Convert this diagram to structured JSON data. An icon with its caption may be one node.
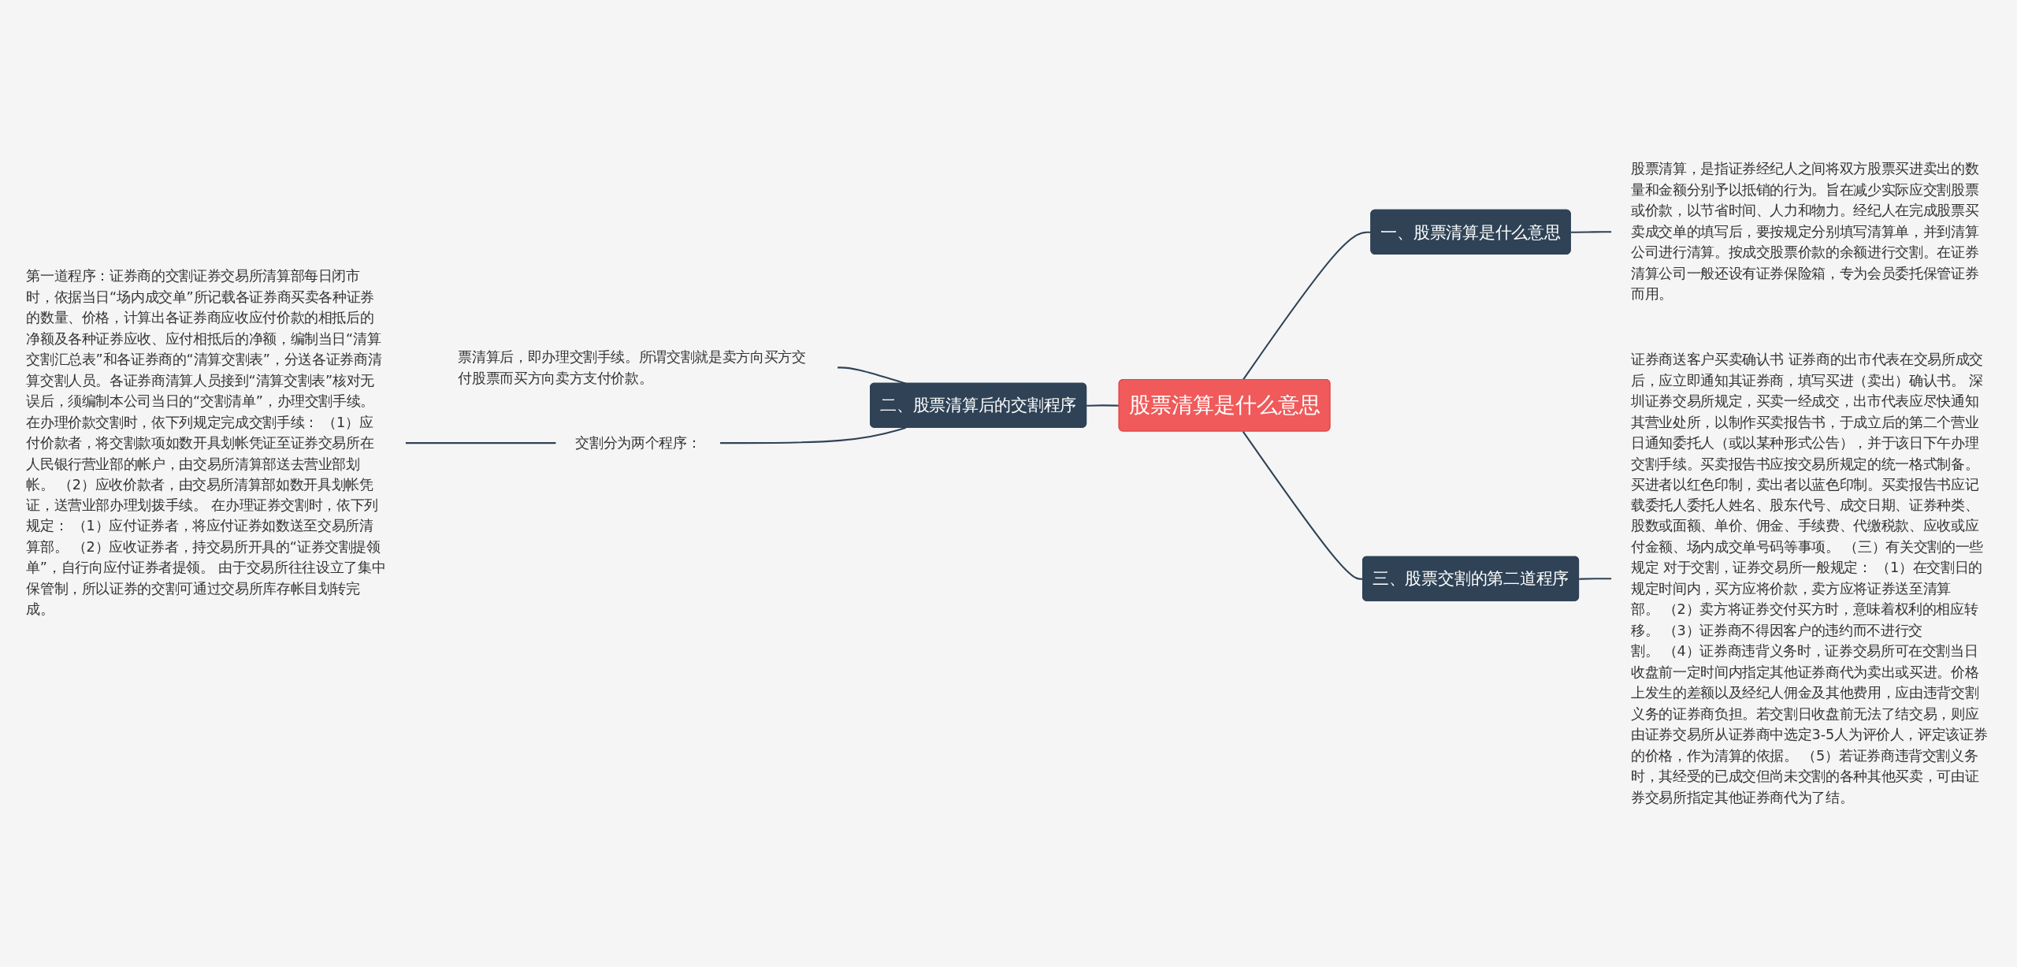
{
  "diagram": {
    "nodes": [
      {
        "text": [
          "股票清算是什么意思"
        ]
      },
      {
        "text": [
          "一、股票清算是什么意思"
        ]
      },
      {
        "text": [
          "股票清算，是指证券经纪人之间将双方股票买进卖出的数量和金额分别予以抵销的行为。旨在减少实际应交割股票或价款，以节省时间、人力和物力。经纪人在完成股票买卖成交单的填写后，要按规定分别填写清算单，并到清算公司进行清算。按成交股票价款的余额进行交割。在证券清算公司一般还设有证券保险箱，专为会员委托保管证券而用。"
        ]
      },
      {
        "text": [
          "三、股票交割的第二道程序"
        ]
      },
      {
        "text": [
          "证券商送客户买卖确认书 证券商的出市代表在交易所成交后，应立即通知其证券商，填写买进（卖出）确认书。 深圳证券交易所规定，买卖一经成交，出市代表应尽快通知其营业处所，以制作买卖报告书，于成立后的第二个营业日通知委托人（或以某种形式公告），并于该日下午办理交割手续。买卖报告书应按交易所规定的统一格式制备。买进者以红色印制，卖出者以蓝色印制。买卖报告书应记载委托人委托人姓名、股东代号、成交日期、证券种类、股数或面额、单价、佣金、手续费、代缴税款、应收或应付金额、场内成交单号码等事项。 （三）有关交割的一些规定 对于交割，证券交易所一般规定： （1）在交割日的规定时间内，买方应将价款，卖方应将证券送至清算部。 （2）卖方将证券交付买方时，意味着权利的相应转移。 （3）证券商不得因客户的违约而不进行交割。 （4）证券商违背义务时，证券交易所可在交割当日收盘前一定时间内指定其他证券商代为卖出或买进。价格上发生的差额以及经纪人佣金及其他费用，应由违背交割义务的证券商负担。若交割日收盘前无法了结交易，则应由证券交易所从证券商中选定3-5人为评价人，评定该证券的价格，作为清算的依据。 （5）若证券商违背交割义务时，其经受的已成交但尚未交割的各种其他买卖，可由证券交易所指定其他证券商代为了结。"
        ]
      },
      {
        "text": [
          "二、股票清算后的交割程序"
        ]
      },
      {
        "text": [
          "票清算后，即办理交割手续。所谓交割就是卖方向买方交付股票而买方向卖方支付价款。"
        ]
      },
      {
        "text": [
          "交割分为两个程序："
        ]
      },
      {
        "text": [
          "第一道程序：证券商的交割证券交易所清算部每日闭市时，依据当日“场内成交单”所记载各证券商买卖各种证券的数量、价格，计算出各证券商应收应付价款的相抵后的净额及各种证券应收、应付相抵后的净额，编制当日“清算交割汇总表”和各证券商的“清算交割表”，分送各证券商清算交割人员。各证券商清算人员接到“清算交割表”核对无误后，须编制本公司当日的“交割清单”，办理交割手续。在办理价款交割时，依下列规定完成交割手续： （1）应付价款者，将交割款项如数开具划帐凭证至证券交易所在人民银行营业部的帐户，由交易所清算部送去营业部划帐。 （2）应收价款者，由交易所清算部如数开具划帐凭证，送营业部办理划拨手续。 在办理证券交割时，依下列规定： （1）应付证券者，将应付证券如数送至交易所清算部。 （2）应收证券者，持交易所开具的“证券交割提领单”，自行向应付证券者提领。 由于交易所往往设立了集中保管制，所以证券的交割可通过交易所库存帐目划转完成。"
        ]
      }
    ],
    "edges": [
      {
        "from": 0,
        "to": 1,
        "arrow": "none"
      },
      {
        "from": 1,
        "to": 2,
        "arrow": "none"
      },
      {
        "from": 0,
        "to": 3,
        "arrow": "none"
      },
      {
        "from": 3,
        "to": 4,
        "arrow": "none"
      },
      {
        "from": 5,
        "to": 0,
        "arrow": "none"
      },
      {
        "from": 6,
        "to": 5,
        "arrow": "none"
      },
      {
        "from": 7,
        "to": 5,
        "arrow": "none"
      },
      {
        "from": 8,
        "to": 7,
        "arrow": "none"
      }
    ]
  }
}
